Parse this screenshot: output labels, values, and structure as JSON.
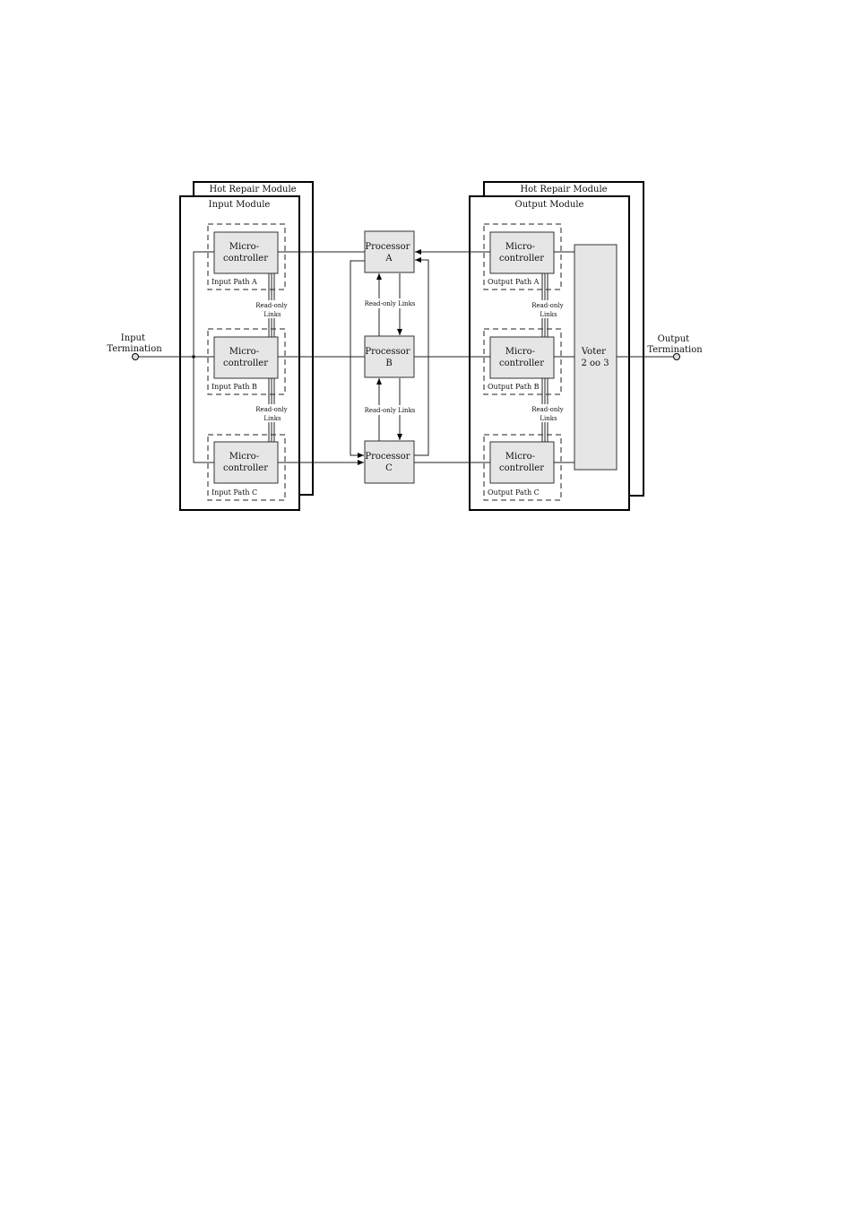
{
  "input_side": {
    "hot_repair_label": "Hot Repair Module",
    "module_label": "Input Module",
    "termination": [
      "Input",
      "Termination"
    ],
    "paths": [
      {
        "mc": [
          "Micro-",
          "controller"
        ],
        "label": "Input Path A"
      },
      {
        "mc": [
          "Micro-",
          "controller"
        ],
        "label": "Input Path B"
      },
      {
        "mc": [
          "Micro-",
          "controller"
        ],
        "label": "Input Path C"
      }
    ],
    "links": [
      [
        "Read-only",
        "Links"
      ],
      [
        "Read-only",
        "Links"
      ]
    ]
  },
  "output_side": {
    "hot_repair_label": "Hot Repair Module",
    "module_label": "Output Module",
    "termination": [
      "Output",
      "Termination"
    ],
    "paths": [
      {
        "mc": [
          "Micro-",
          "controller"
        ],
        "label": "Output Path A"
      },
      {
        "mc": [
          "Micro-",
          "controller"
        ],
        "label": "Output Path B"
      },
      {
        "mc": [
          "Micro-",
          "controller"
        ],
        "label": "Output Path C"
      }
    ],
    "links": [
      [
        "Read-only",
        "Links"
      ],
      [
        "Read-only",
        "Links"
      ]
    ],
    "voter": [
      "Voter",
      "2 oo 3"
    ]
  },
  "processors": [
    [
      "Processor",
      "A"
    ],
    [
      "Processor",
      "B"
    ],
    [
      "Processor",
      "C"
    ]
  ],
  "processor_links": [
    "Read-only Links",
    "Read-only Links"
  ]
}
